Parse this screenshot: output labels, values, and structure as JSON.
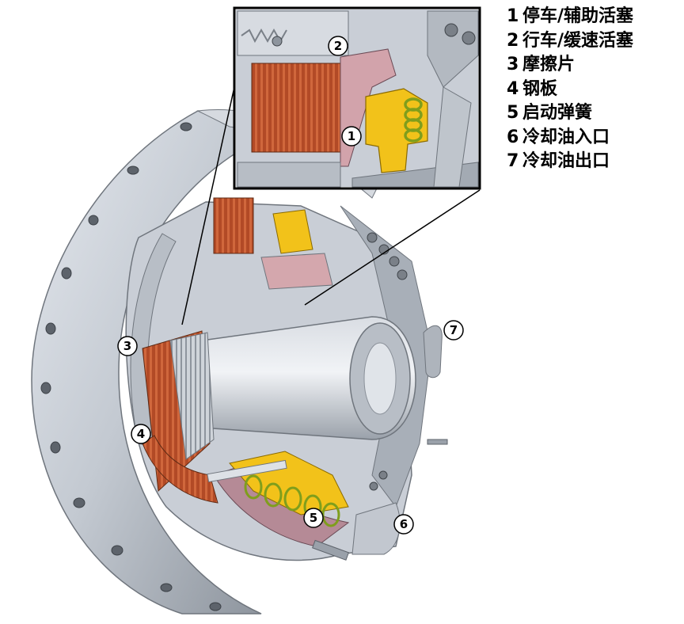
{
  "legend": [
    {
      "num": "1",
      "label": "停车/辅助活塞"
    },
    {
      "num": "2",
      "label": "行车/缓速活塞"
    },
    {
      "num": "3",
      "label": "摩擦片"
    },
    {
      "num": "4",
      "label": "钢板"
    },
    {
      "num": "5",
      "label": "启动弹簧"
    },
    {
      "num": "6",
      "label": "冷却油入口"
    },
    {
      "num": "7",
      "label": "冷却油出口"
    }
  ],
  "callouts": [
    "1",
    "2",
    "3",
    "4",
    "5",
    "6",
    "7"
  ],
  "colors": {
    "steel": "#c9ced6",
    "steel_dark": "#8f959e",
    "friction": "#b24a26",
    "piston_yellow": "#f2c21a",
    "spring_green": "#9bbf2a",
    "seal_pink": "#b58a96"
  }
}
